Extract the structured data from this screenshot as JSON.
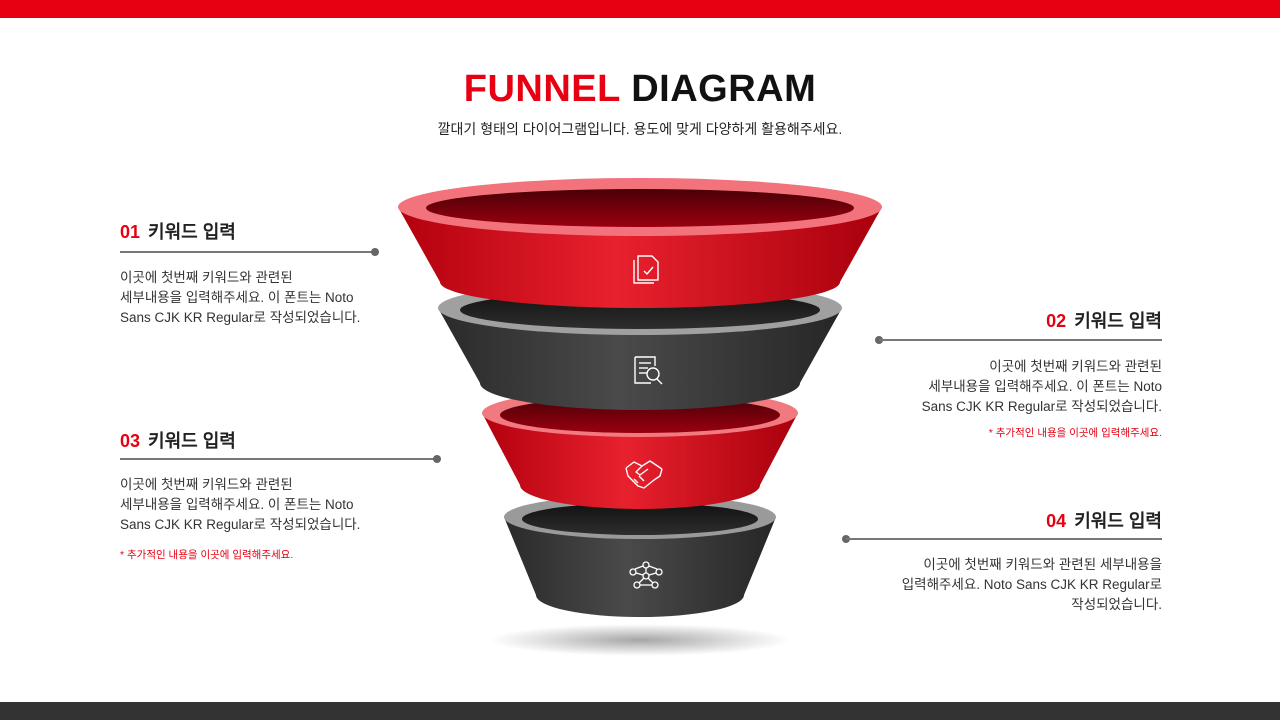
{
  "title": {
    "accent": "FUNNEL",
    "main": "DIAGRAM"
  },
  "subtitle": "깔대기 형태의 다이어그램입니다. 용도에 맞게 다양하게 활용해주세요.",
  "colors": {
    "accent": "#e60012",
    "dark": "#333333",
    "grey_line": "#777777"
  },
  "items": [
    {
      "num": "01",
      "label": "키워드 입력",
      "desc": "이곳에 첫번째 키워드와 관련된\n세부내용을 입력해주세요. 이 폰트는 Noto\nSans CJK KR Regular로 작성되었습니다.",
      "note": ""
    },
    {
      "num": "02",
      "label": "키워드 입력",
      "desc": "이곳에 첫번째 키워드와 관련된\n세부내용을 입력해주세요. 이 폰트는 Noto\nSans CJK KR Regular로 작성되었습니다.",
      "note": "* 추가적인 내용을 이곳에 입력해주세요."
    },
    {
      "num": "03",
      "label": "키워드 입력",
      "desc": "이곳에 첫번째 키워드와 관련된\n세부내용을 입력해주세요. 이 폰트는 Noto\nSans CJK KR Regular로 작성되었습니다.",
      "note": "* 추가적인 내용을 이곳에 입력해주세요."
    },
    {
      "num": "04",
      "label": "키워드 입력",
      "desc": "이곳에 첫번째 키워드와 관련된 세부내용을\n입력해주세요. Noto Sans CJK KR Regular로\n작성되었습니다.",
      "note": ""
    }
  ],
  "funnel_icons": [
    "document-check-icon",
    "document-search-icon",
    "handshake-icon",
    "network-icon"
  ]
}
